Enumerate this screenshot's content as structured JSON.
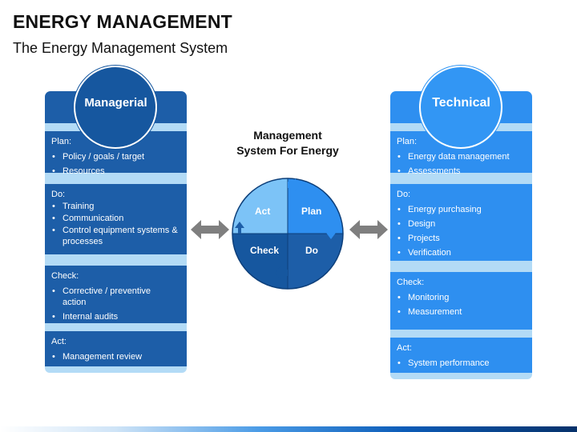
{
  "header": {
    "title": "ENERGY MANAGEMENT",
    "subtitle": "The Energy Management System"
  },
  "center": {
    "title_line1": "Management",
    "title_line2": "System For Energy",
    "quadrants": {
      "act": "Act",
      "plan": "Plan",
      "check": "Check",
      "do": "Do"
    }
  },
  "managerial": {
    "title": "Managerial",
    "sections": [
      {
        "title": "Plan:",
        "items": [
          "Policy / goals / target",
          "Resources"
        ]
      },
      {
        "title": "Do:",
        "items": [
          "Training",
          "Communication",
          "Control equipment systems & processes"
        ]
      },
      {
        "title": "Check:",
        "items": [
          "Corrective / preventive action",
          "Internal audits"
        ]
      },
      {
        "title": "Act:",
        "items": [
          "Management review"
        ]
      }
    ]
  },
  "technical": {
    "title": "Technical",
    "sections": [
      {
        "title": "Plan:",
        "items": [
          "Energy data management",
          "Assessments"
        ]
      },
      {
        "title": "Do:",
        "items": [
          "Energy purchasing",
          "Design",
          "Projects",
          "Verification"
        ]
      },
      {
        "title": "Check:",
        "items": [
          "Monitoring",
          "Measurement"
        ]
      },
      {
        "title": "Act:",
        "items": [
          "System performance"
        ]
      }
    ]
  },
  "colors": {
    "managerial_blue": "#1d5ea8",
    "technical_blue": "#2e8ff0",
    "stripe": "#b3dbf6",
    "arrow_gray": "#7f7f7f"
  }
}
